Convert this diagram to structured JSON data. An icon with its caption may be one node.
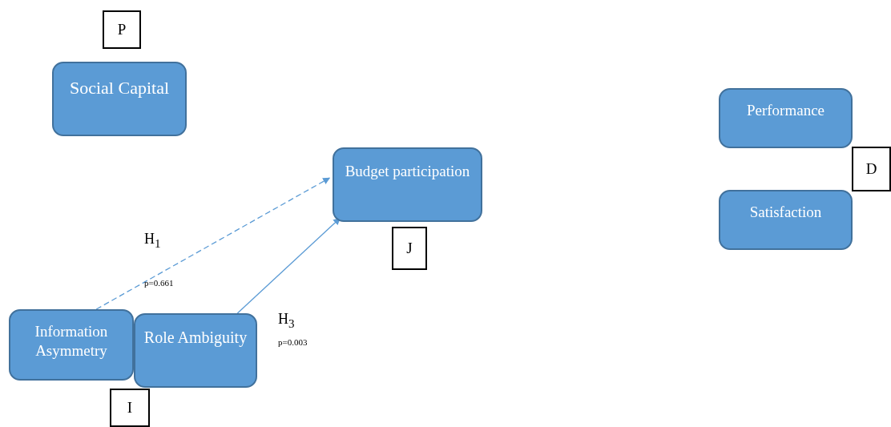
{
  "diagram": {
    "nodes": [
      {
        "text": [
          "P"
        ]
      },
      {
        "text": [
          "Social Capital"
        ]
      },
      {
        "text": [
          "Performance"
        ]
      },
      {
        "text": [
          "D"
        ]
      },
      {
        "text": [
          "Satisfaction"
        ]
      },
      {
        "text": [
          "Budget participation"
        ]
      },
      {
        "text": [
          "J"
        ]
      },
      {
        "text": [
          "Information Asymmetry"
        ]
      },
      {
        "text": [
          "Role Ambiguity"
        ]
      },
      {
        "text": [
          "I"
        ]
      }
    ],
    "edges": [
      {
        "from": 7,
        "to": 5,
        "arrow": "to",
        "style": "dashed"
      },
      {
        "from": 8,
        "to": 5,
        "arrow": "to"
      }
    ],
    "labels": [
      "H$_{1}$",
      "p=0.661",
      "H$_{3}$",
      "p=0.003"
    ]
  }
}
